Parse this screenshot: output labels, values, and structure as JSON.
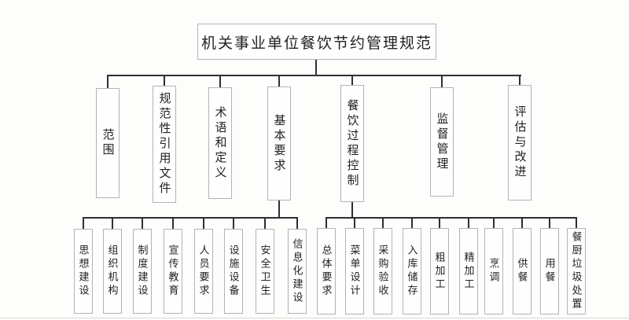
{
  "title": "机关事业单位餐饮节约管理规范",
  "level2": [
    "范围",
    "规范性引用文件",
    "术语和定义",
    "基本要求",
    "餐饮过程控制",
    "监督管理",
    "评估与改进"
  ],
  "basic_requirements_children": [
    "思想建设",
    "组织机构",
    "制度建设",
    "宣传教育",
    "人员要求",
    "设施设备",
    "安全卫生",
    "信息化建设"
  ],
  "process_control_children": [
    "总体要求",
    "菜单设计",
    "采购验收",
    "入库储存",
    "粗加工",
    "精加工",
    "烹调",
    "供餐",
    "用餐",
    "餐厨垃圾处置"
  ],
  "colors": {
    "connector_line": "#2f2f2f",
    "box_border": "#b3b3b3",
    "box_fill": "#fefefe",
    "background": "#fdfdfc",
    "text": "#222222"
  }
}
